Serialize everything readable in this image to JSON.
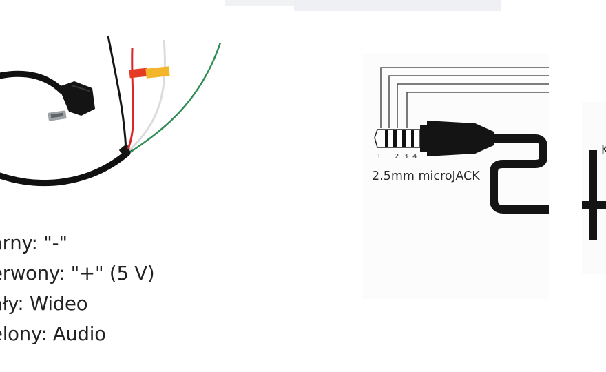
{
  "legend": {
    "lines": [
      "arny: \"-\"",
      "erwony: \"+\" (5 V)",
      "ały: Wideo",
      "elony: Audio"
    ]
  },
  "diagram": {
    "title": "2.5mm microJACK",
    "pins": [
      "1",
      "2",
      "3",
      "4"
    ]
  },
  "right_panel": {
    "edge_text": "K"
  },
  "colors": {
    "wire_black": "#151515",
    "wire_red": "#d8282a",
    "wire_white": "#e6e6e6",
    "wire_green": "#2f8d55",
    "label_red": "#e53b24",
    "label_yellow": "#f3b62b"
  }
}
